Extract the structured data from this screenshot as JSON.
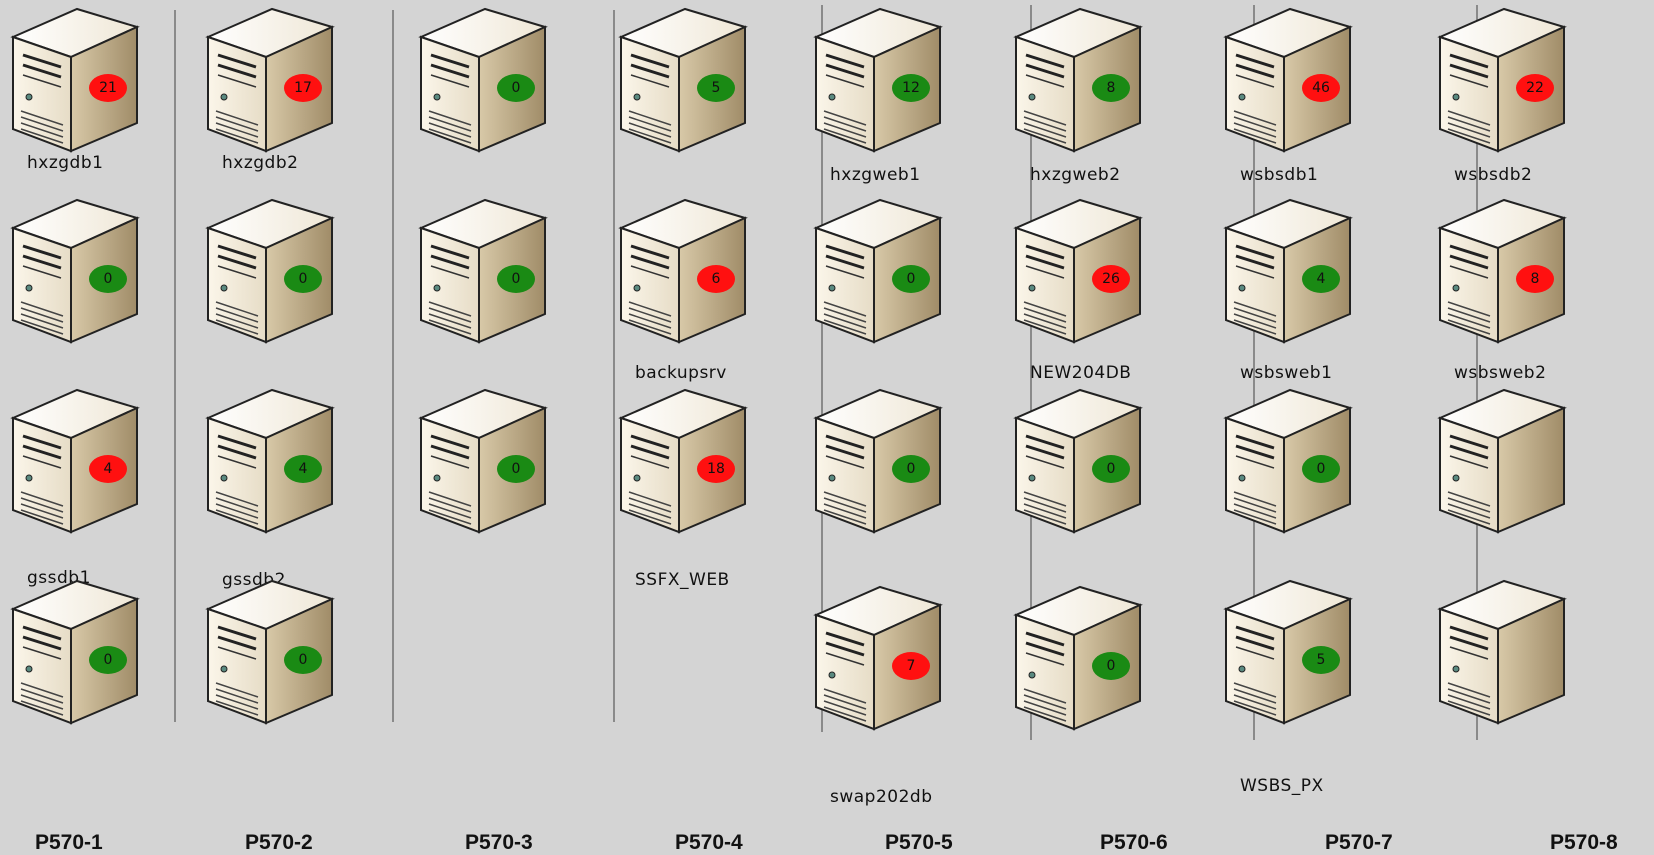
{
  "groups": [
    {
      "name": "P570-1",
      "servers": [
        {
          "label": "hxzgdb1",
          "count": "21",
          "status": "red"
        },
        {
          "label": "",
          "count": "0",
          "status": "green"
        },
        {
          "label": "gssdb1",
          "count": "4",
          "status": "red"
        },
        {
          "label": "",
          "count": "0",
          "status": "green"
        }
      ]
    },
    {
      "name": "P570-2",
      "servers": [
        {
          "label": "hxzgdb2",
          "count": "17",
          "status": "red"
        },
        {
          "label": "",
          "count": "0",
          "status": "green"
        },
        {
          "label": "gssdb2",
          "count": "4",
          "status": "green"
        },
        {
          "label": "",
          "count": "0",
          "status": "green"
        }
      ]
    },
    {
      "name": "P570-3",
      "servers": [
        {
          "label": "",
          "count": "0",
          "status": "green"
        },
        {
          "label": "",
          "count": "0",
          "status": "green"
        },
        {
          "label": "",
          "count": "0",
          "status": "green"
        }
      ]
    },
    {
      "name": "P570-4",
      "servers": [
        {
          "label": "",
          "count": "5",
          "status": "green"
        },
        {
          "label": "backupsrv",
          "count": "6",
          "status": "red"
        },
        {
          "label": "SSFX_WEB",
          "count": "18",
          "status": "red"
        }
      ]
    },
    {
      "name": "P570-5",
      "servers": [
        {
          "label": "hxzgweb1",
          "count": "12",
          "status": "green"
        },
        {
          "label": "",
          "count": "0",
          "status": "green"
        },
        {
          "label": "",
          "count": "0",
          "status": "green"
        },
        {
          "label": "swap202db",
          "count": "7",
          "status": "red"
        }
      ]
    },
    {
      "name": "P570-6",
      "servers": [
        {
          "label": "hxzgweb2",
          "count": "8",
          "status": "green"
        },
        {
          "label": "NEW204DB",
          "count": "26",
          "status": "red"
        },
        {
          "label": "",
          "count": "0",
          "status": "green"
        },
        {
          "label": "",
          "count": "0",
          "status": "green"
        }
      ]
    },
    {
      "name": "P570-7",
      "servers": [
        {
          "label": "wsbsdb1",
          "count": "46",
          "status": "red"
        },
        {
          "label": "wsbsweb1",
          "count": "4",
          "status": "green"
        },
        {
          "label": "",
          "count": "0",
          "status": "green"
        },
        {
          "label": "WSBS_PX",
          "count": "5",
          "status": "green"
        }
      ]
    },
    {
      "name": "P570-8",
      "servers": [
        {
          "label": "wsbsdb2",
          "count": "22",
          "status": "red"
        },
        {
          "label": "wsbsweb2",
          "count": "8",
          "status": "red"
        },
        {
          "label": "",
          "count": "",
          "status": ""
        },
        {
          "label": "",
          "count": "",
          "status": ""
        }
      ]
    }
  ],
  "icons": {
    "server": "server-tower-icon"
  },
  "colors": {
    "alert": "#ff1010",
    "ok": "#1a8a14",
    "background": "#d4d4d4"
  }
}
